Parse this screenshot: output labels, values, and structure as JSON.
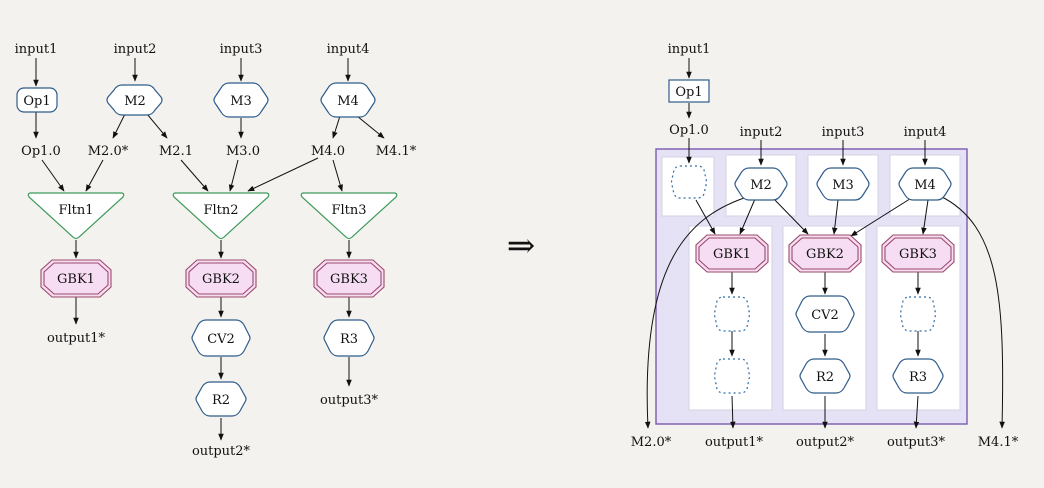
{
  "arrow_symbol": "⇒",
  "left": {
    "inputs": [
      "input1",
      "input2",
      "input3",
      "input4"
    ],
    "ops": [
      "Op1",
      "M2",
      "M3",
      "M4"
    ],
    "pcollections": [
      "Op1.0",
      "M2.0*",
      "M2.1",
      "M3.0",
      "M4.0",
      "M4.1*"
    ],
    "flattens": [
      "Fltn1",
      "Fltn2",
      "Fltn3"
    ],
    "gbks": [
      "GBK1",
      "GBK2",
      "GBK3"
    ],
    "cv": "CV2",
    "reducers": [
      "R2",
      "R3"
    ],
    "outputs": [
      "output1*",
      "output2*",
      "output3*"
    ]
  },
  "right": {
    "inputs": [
      "input1",
      "input2",
      "input3",
      "input4"
    ],
    "op1": "Op1",
    "op1_out": "Op1.0",
    "maps": [
      "M2",
      "M3",
      "M4"
    ],
    "gbks": [
      "GBK1",
      "GBK2",
      "GBK3"
    ],
    "cv": "CV2",
    "reducers": [
      "R2",
      "R3"
    ],
    "outputs": [
      "M2.0*",
      "output1*",
      "output2*",
      "output3*",
      "M4.1*"
    ]
  },
  "colors": {
    "background": "#f4f2ee",
    "parallel_op_stroke": "#2e5c8a",
    "flatten_stroke": "#3d9a5a",
    "gbk_fill": "#f7ddf3",
    "gbk_stroke": "#9a4a6a",
    "mscr_fill": "#e5e2f5",
    "mscr_stroke": "#7a5ab0"
  }
}
